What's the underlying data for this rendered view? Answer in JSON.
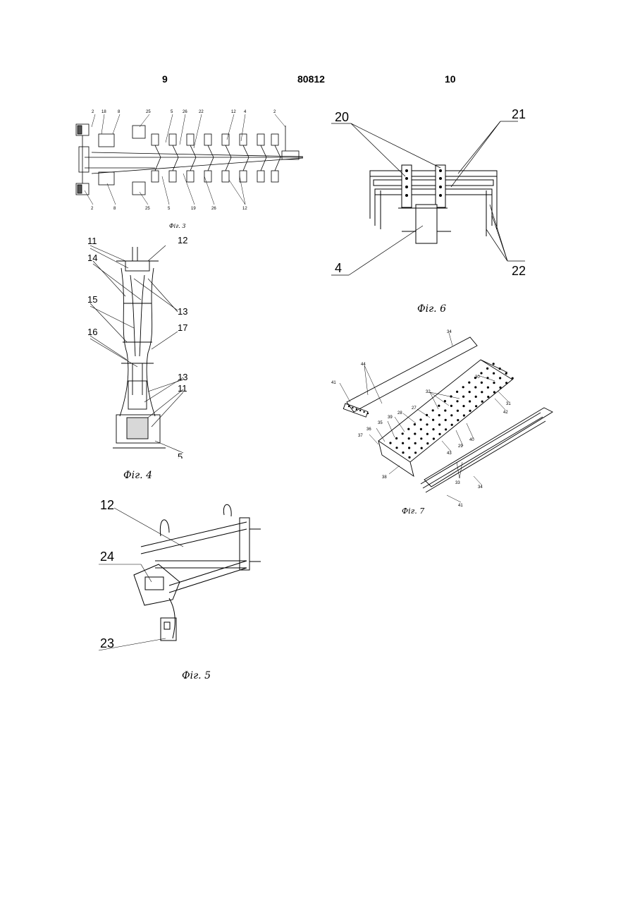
{
  "header": {
    "page_left": "9",
    "doc_number": "80812",
    "page_right": "10"
  },
  "figures": {
    "fig3": {
      "caption": "Фіг. 3",
      "labels_top": [
        "2",
        "18",
        "8",
        "25",
        "5",
        "26",
        "22",
        "12",
        "4",
        "2"
      ],
      "labels_bottom": [
        "2",
        "8",
        "25",
        "5",
        "19",
        "26",
        "12"
      ]
    },
    "fig4": {
      "caption": "Фіг. 4",
      "labels": [
        "11",
        "12",
        "14",
        "13",
        "15",
        "17",
        "16",
        "13",
        "11",
        "5"
      ]
    },
    "fig5": {
      "caption": "Фіг. 5",
      "labels": [
        "12",
        "24",
        "23"
      ]
    },
    "fig6": {
      "caption": "Фіг. 6",
      "labels": [
        "20",
        "21",
        "4",
        "22"
      ]
    },
    "fig7": {
      "caption": "Фіг. 7",
      "labels": [
        "34",
        "44",
        "41",
        "30",
        "32",
        "31",
        "42",
        "27",
        "28",
        "39",
        "35",
        "36",
        "37",
        "40",
        "29",
        "43",
        "38",
        "34",
        "33",
        "41"
      ]
    }
  }
}
